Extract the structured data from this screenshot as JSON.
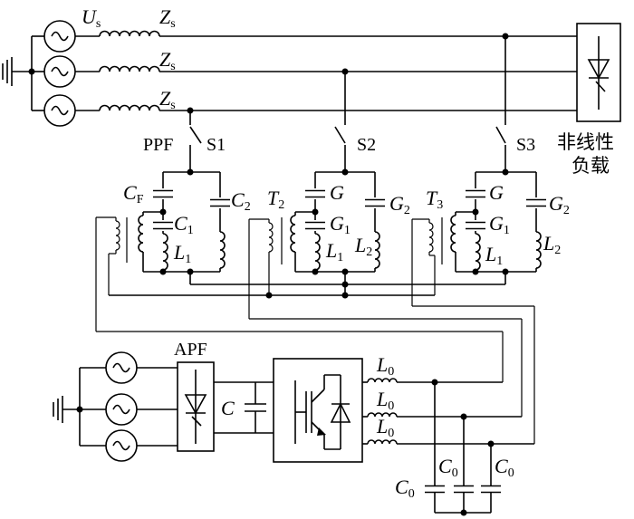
{
  "source": {
    "voltage_label": "U",
    "voltage_sub": "s",
    "impedance_label": "Z",
    "impedance_sub": "s"
  },
  "load": {
    "line1": "非线性",
    "line2": "负载"
  },
  "ppf": {
    "title": "PPF",
    "switches": [
      "S1",
      "S2",
      "S3"
    ],
    "cf_label": "C",
    "cf_sub": "F",
    "c1_label": "C",
    "c1_sub": "1",
    "c2_label": "C",
    "c2_sub": "2",
    "l1_label": "L",
    "l1_sub": "1",
    "l2_label": "L",
    "l2_sub": "2",
    "g_label": "G",
    "g1_label": "G",
    "g1_sub": "1",
    "g2_label": "G",
    "g2_sub": "2",
    "t2_label": "T",
    "t2_sub": "2",
    "t3_label": "T",
    "t3_sub": "3"
  },
  "apf": {
    "title": "APF",
    "c_label": "C",
    "l0_label": "L",
    "l0_sub": "0",
    "c0_label": "C",
    "c0_sub": "0"
  }
}
